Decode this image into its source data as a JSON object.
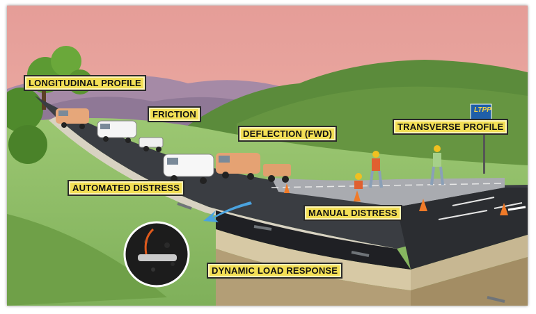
{
  "labels": {
    "longitudinal_profile": "LONGITUDINAL PROFILE",
    "friction": "FRICTION",
    "deflection": "DEFLECTION (FWD)",
    "transverse_profile": "TRANSVERSE PROFILE",
    "automated_distress": "AUTOMATED DISTRESS",
    "manual_distress": "MANUAL DISTRESS",
    "dynamic_load_response": "DYNAMIC LOAD RESPONSE"
  },
  "sign": {
    "logo_text": "LTPP"
  },
  "colors": {
    "sky": "#e9a5a0",
    "far_hills": "#a389a8",
    "green_hill": "#5a8a3a",
    "grass": "#8fbf66",
    "asphalt": "#3a3d42",
    "label_fill": "#f3df55",
    "sign_blue": "#1f5fa8"
  }
}
